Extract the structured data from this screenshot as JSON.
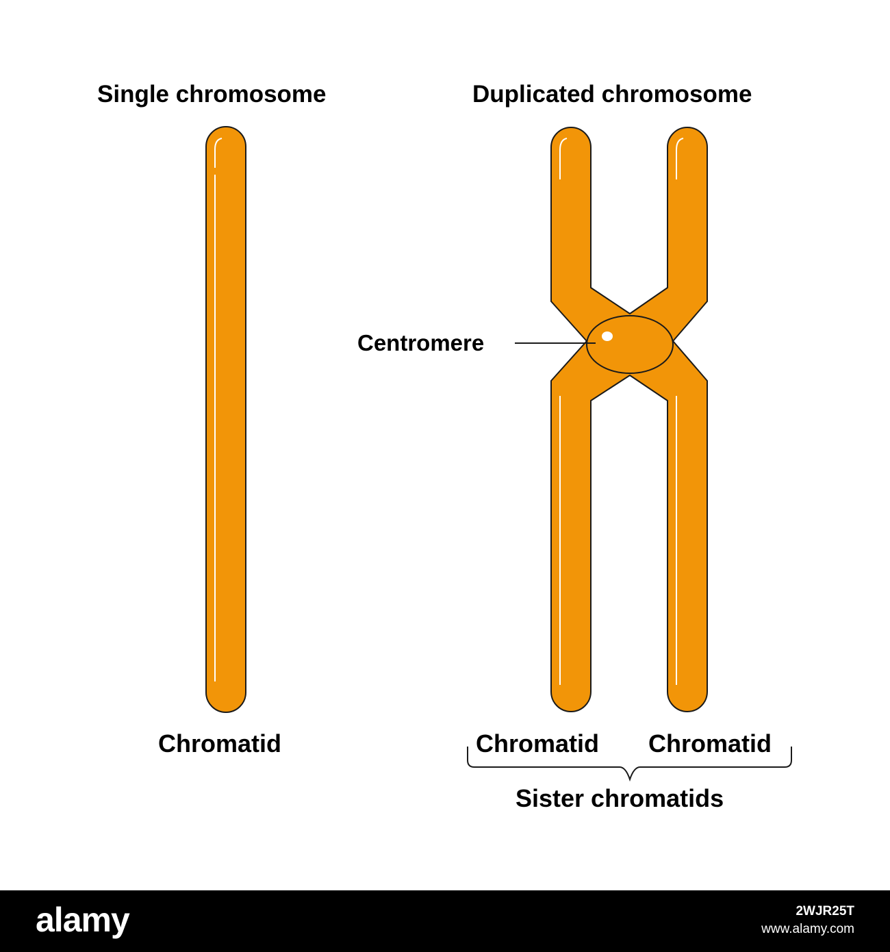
{
  "colors": {
    "chromosome_fill": "#F29508",
    "outline": "#1a1a1a",
    "highlight": "#ffffff",
    "text": "#000000",
    "footer_bg": "#000000"
  },
  "labels": {
    "single_title": "Single chromosome",
    "duplicated_title": "Duplicated chromosome",
    "centromere": "Centromere",
    "single_chromatid": "Chromatid",
    "left_chromatid": "Chromatid",
    "right_chromatid": "Chromatid",
    "sister_chromatids": "Sister chromatids"
  },
  "footer": {
    "logo": "alamy",
    "image_id": "2WJR25T",
    "url": "www.alamy.com"
  }
}
